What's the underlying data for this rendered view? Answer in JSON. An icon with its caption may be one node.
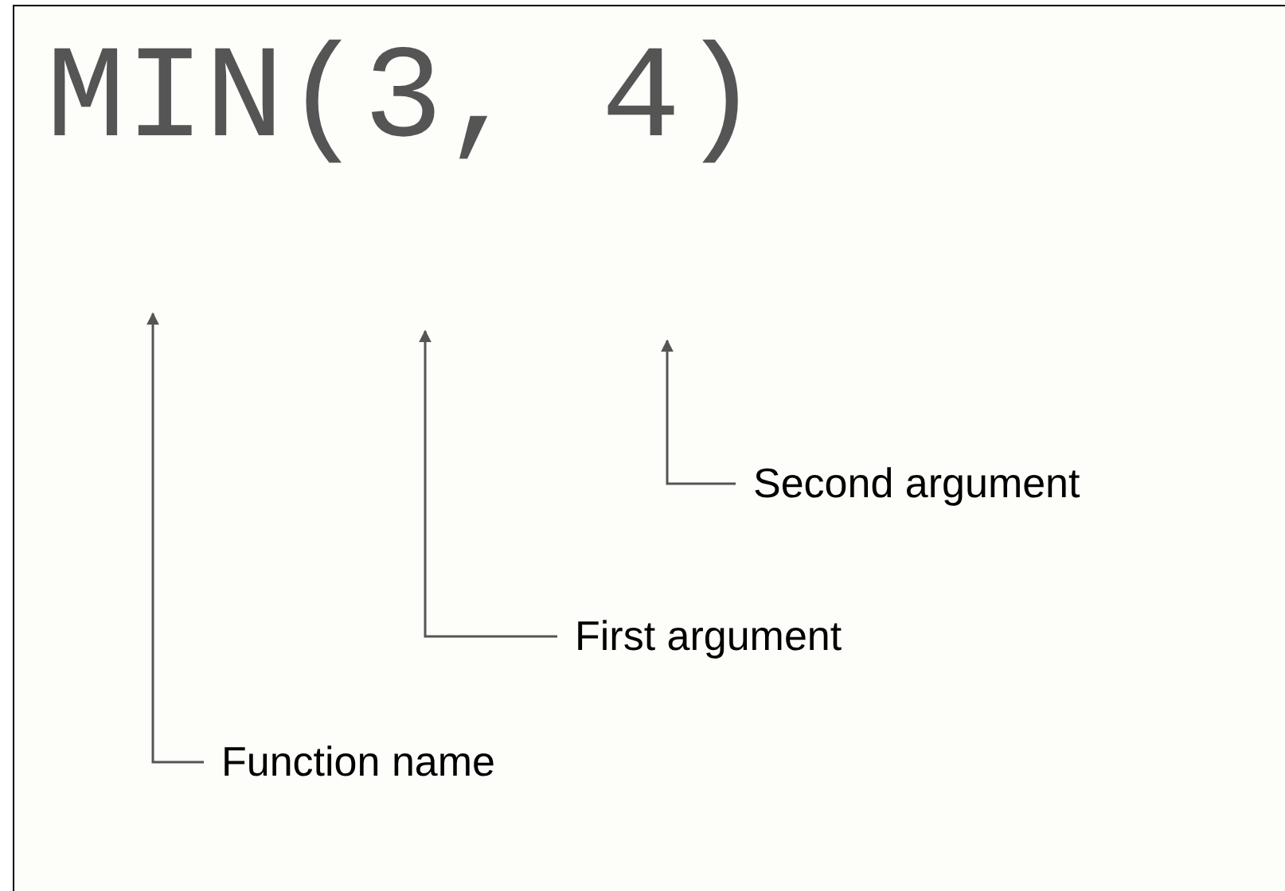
{
  "diagram": {
    "nodes": [
      {
        "text": [
          "Function name"
        ]
      },
      {
        "text": [
          "First argument"
        ]
      },
      {
        "text": [
          "Second argument"
        ]
      }
    ],
    "edges": [
      {
        "from": 0,
        "to": null,
        "arrow": "to"
      },
      {
        "from": 1,
        "to": null,
        "arrow": "to"
      },
      {
        "from": 2,
        "to": null,
        "arrow": "to"
      }
    ],
    "labels": [
      "MIN(3, 4)"
    ]
  }
}
